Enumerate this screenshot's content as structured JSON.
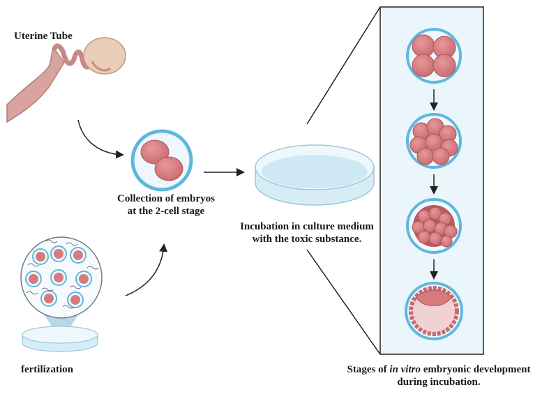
{
  "labels": {
    "uterine_tube": "Uterine Tube",
    "collection_line1": "Collection of embryos",
    "collection_line2": "at the 2-cell stage",
    "incubation_line1": "Incubation in culture medium",
    "incubation_line2": "with the toxic substance.",
    "fertilization": "fertilization",
    "stages_pre": "Stages of ",
    "stages_italic": "in vitro",
    "stages_post": " embryonic development",
    "stages_line2": "during incubation."
  },
  "colors": {
    "tissue": "#d9a09a",
    "embryo": "#d77a7e",
    "embryo_dark": "#b85a60",
    "zona": "#8ecfe8",
    "dish": "#cfe9f4",
    "panel": "#eaf6fb"
  }
}
